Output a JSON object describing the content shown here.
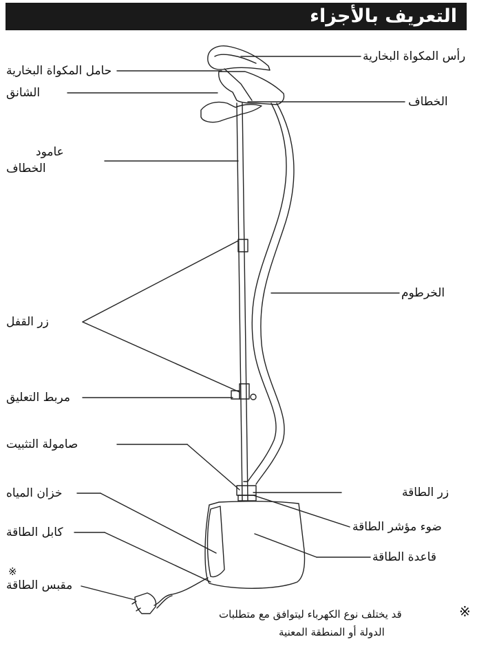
{
  "header": {
    "title": "التعريف بالأجزاء"
  },
  "labels": {
    "steamer_head": "رأس المكواة البخارية",
    "steamer_holder": "حامل المكواة البخارية",
    "hanger": "الشانق",
    "hook": "الخطاف",
    "pole_line1": "عامود",
    "pole_line2": "الخطاف",
    "hose": "الخرطوم",
    "lock_button": "زر القفل",
    "hanging_clip": "مربط التعليق",
    "fixing_nut": "صامولة التثبيت",
    "water_tank": "خزان المياه",
    "power_button": "زر الطاقة",
    "power_cable": "كابل الطاقة",
    "power_indicator": "ضوء مؤشر الطاقة",
    "power_plug": "مقبس الطاقة",
    "power_base": "قاعدة الطاقة"
  },
  "reference_mark": "※",
  "footnote": {
    "mark": "※",
    "line1": "قد يختلف نوع الكهرباء ليتوافق مع متطلبات",
    "line2": "الدولة أو المنطقة المعنية"
  },
  "colors": {
    "header_bg": "#1a1a1a",
    "header_text": "#ffffff",
    "line": "#222222"
  }
}
